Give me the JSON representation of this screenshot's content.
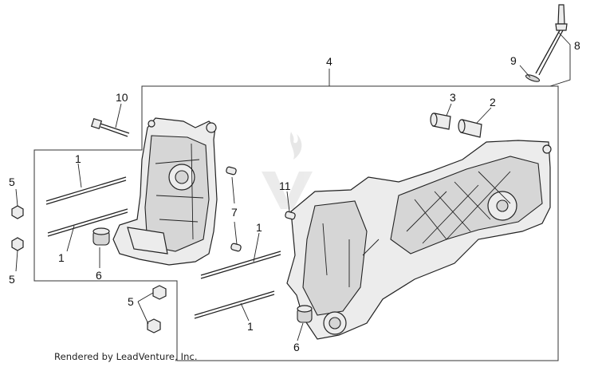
{
  "diagram": {
    "callouts": {
      "c1a": "1",
      "c1b": "1",
      "c1c": "1",
      "c1d": "1",
      "c2": "2",
      "c3": "3",
      "c4": "4",
      "c5a": "5",
      "c5b": "5",
      "c5c": "5",
      "c6a": "6",
      "c6b": "6",
      "c7": "7",
      "c8": "8",
      "c9": "9",
      "c10": "10",
      "c11": "11"
    },
    "credit": "Rendered by LeadVenture, Inc.",
    "watermark": "LEADVENTURE"
  }
}
